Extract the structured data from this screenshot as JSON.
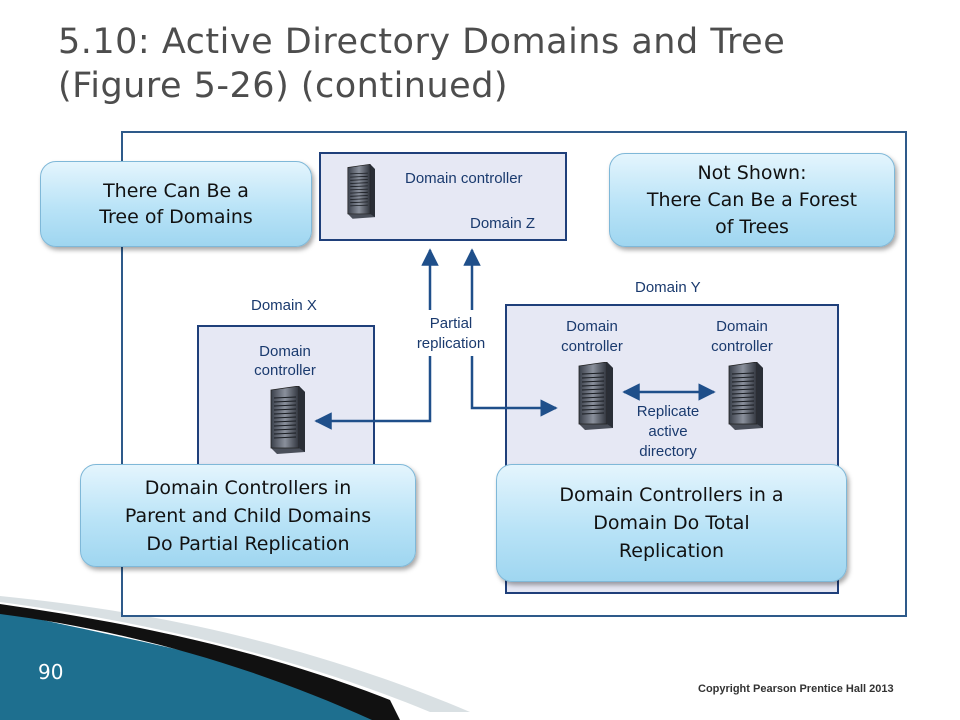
{
  "slide": {
    "title_line1": "5.10: Active Directory Domains and Tree",
    "title_line2": "(Figure 5-26) (continued)",
    "page_number": "90",
    "copyright": "Copyright Pearson Prentice Hall 2013"
  },
  "diagram": {
    "domain_z": {
      "controller_label": "Domain controller",
      "domain_label": "Domain Z"
    },
    "domain_x": {
      "domain_label": "Domain X",
      "controller_label_line1": "Domain",
      "controller_label_line2": "controller"
    },
    "domain_y": {
      "domain_label": "Domain Y",
      "controller1_line1": "Domain",
      "controller1_line2": "controller",
      "controller2_line1": "Domain",
      "controller2_line2": "controller",
      "replicate_line1": "Replicate",
      "replicate_line2": "active",
      "replicate_line3": "directory"
    },
    "partial_line1": "Partial",
    "partial_line2": "replication"
  },
  "callouts": {
    "tree": {
      "line1": "There Can Be a",
      "line2": "Tree of Domains"
    },
    "forest": {
      "line1": "Not Shown:",
      "line2": "There Can Be a Forest",
      "line3": "of Trees"
    },
    "partial": {
      "line1": "Domain Controllers in",
      "line2": "Parent and Child Domains",
      "line3": "Do Partial Replication"
    },
    "total": {
      "line1": "Domain Controllers in a",
      "line2": "Domain Do Total",
      "line3": "Replication"
    }
  },
  "colors": {
    "title": "#4d4d4d",
    "frame": "#2e5a8a",
    "domain_box_fill": "#e6e8f4",
    "domain_box_stroke": "#1f3f7a",
    "arrow": "#1f4f8a",
    "accent_teal": "#1e6f8f"
  }
}
